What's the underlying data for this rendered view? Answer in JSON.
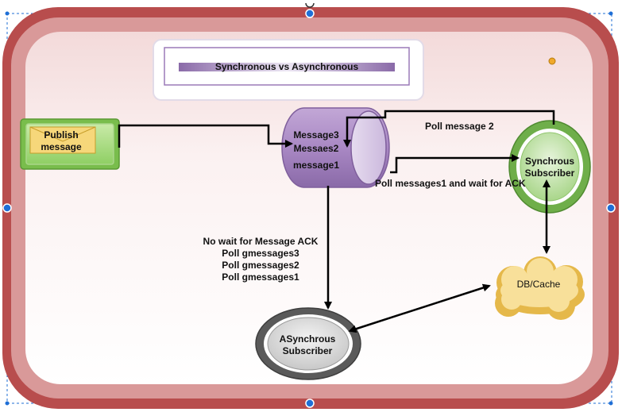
{
  "title": "Synchronous vs Asynchronous",
  "nodes": {
    "publish": {
      "line1": "Publish",
      "line2": "message"
    },
    "queue": {
      "line1": "Message3",
      "line2": "Messaes2",
      "line3": "message1"
    },
    "sync_subscriber": {
      "line1": "Synchrous",
      "line2": "Subscriber"
    },
    "async_subscriber": {
      "line1": "ASynchrous",
      "line2": "Subscriber"
    },
    "db_cache": {
      "label": "DB/Cache"
    }
  },
  "edge_labels": {
    "poll_message_2": "Poll message 2",
    "poll_messages1_ack": "Poll messages1 and wait for ACK",
    "no_wait": "No wait for Message ACK",
    "poll_gmessages3": "Poll gmessages3",
    "poll_gmessages2": "Poll gmessages2",
    "poll_gmessages1": "Poll gmessages1"
  },
  "colors": {
    "frame": "#b84d4d",
    "queue": "#9b7ab8",
    "sync_subscriber": "#6fae4a",
    "async_subscriber": "#5a5a5a",
    "db_cache": "#f2cf6a",
    "publish": "#79bd4c",
    "selection_handle": "#1f6fd6"
  }
}
